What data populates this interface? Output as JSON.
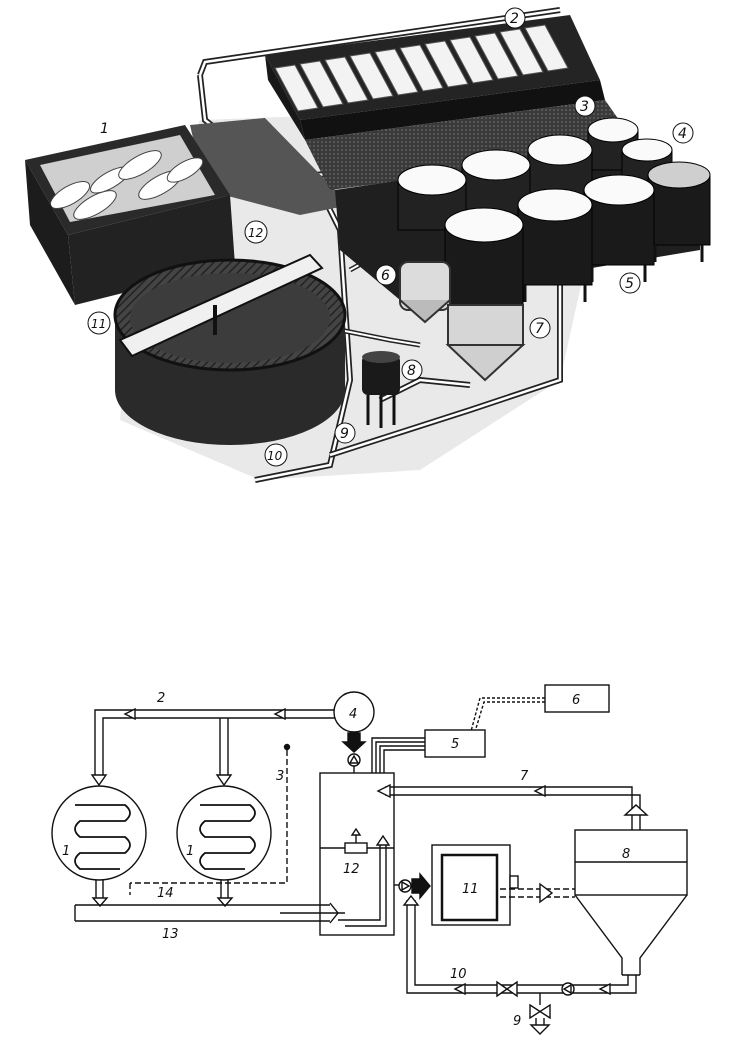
{
  "colors": {
    "ink": "#111111",
    "dark": "#2e2e2e",
    "mid": "#5a5a5a",
    "light": "#d9d9d9",
    "paper": "#ffffff"
  },
  "top_figure": {
    "callouts": [
      "1",
      "2",
      "3",
      "4",
      "5",
      "6",
      "7",
      "8",
      "9",
      "10",
      "11",
      "12"
    ]
  },
  "bottom_diagram": {
    "labels": [
      "1",
      "1",
      "2",
      "3",
      "4",
      "5",
      "6",
      "7",
      "8",
      "9",
      "10",
      "11",
      "12",
      "13",
      "14"
    ]
  }
}
